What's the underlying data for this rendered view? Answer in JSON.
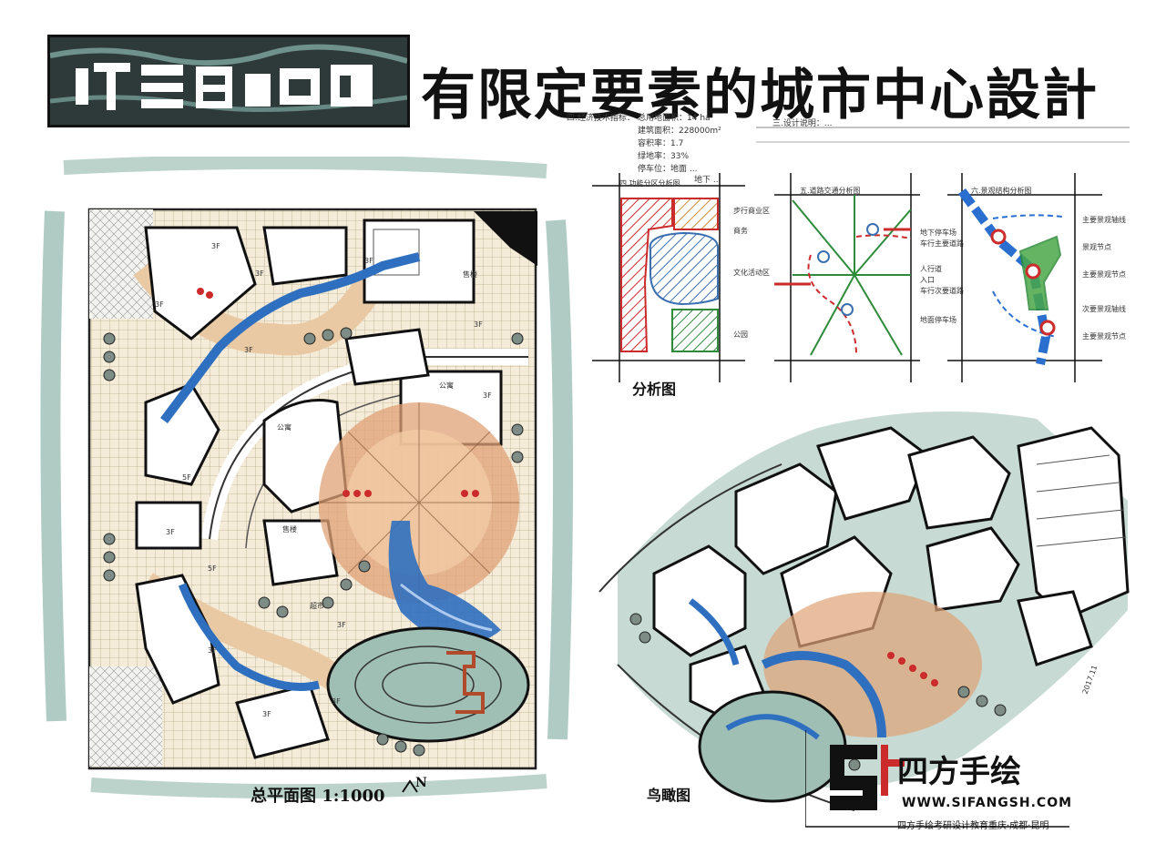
{
  "title": {
    "main": "有限定要素的城市中心設計"
  },
  "notes": {
    "tech": {
      "heading": "四.经济技术指标：",
      "lines": [
        "总用地面积：14 ha",
        "建筑面积：228000m²",
        "容积率：1.7",
        "绿地率：33%",
        "停车位：地面 ...",
        "地下 ..."
      ]
    },
    "concept": "三.设计说明：..."
  },
  "diagrams": {
    "function": {
      "title": "四.功能分区分析图",
      "labels": [
        "步行商业区",
        "商务",
        "文化活动区",
        "公园"
      ]
    },
    "traffic": {
      "title": "五.道路交通分析图",
      "labels": [
        "地下停车场",
        "车行主要道路",
        "人行道",
        "入口",
        "车行次要道路",
        "地面停车场"
      ]
    },
    "landscape": {
      "title": "六.景观结构分析图",
      "labels": [
        "主要景观轴线",
        "景观节点",
        "主要景观节点",
        "次要景观轴线",
        "主要景观节点"
      ]
    },
    "caption": "分析图"
  },
  "plan": {
    "caption": "总平面图 1:1000",
    "north": "N",
    "floor_tags": [
      "3F",
      "3F",
      "3F",
      "3F",
      "3F",
      "3F",
      "3F",
      "5F",
      "5F",
      "3F",
      "3F",
      "3F",
      "3F",
      "3F"
    ],
    "building_labels": [
      "售楼",
      "公寓",
      "公寓",
      "售楼",
      "超市"
    ]
  },
  "aerial": {
    "caption": "鸟瞰图",
    "signature": "2017.11"
  },
  "logo": {
    "name": "四方手绘",
    "url": "WWW.SIFANGSH.COM",
    "sub": "四方手绘考研设计教育重庆·成都·昆明"
  },
  "colors": {
    "ink": "#111111",
    "teal": "#2e3a3a",
    "green_wash": "#b9d3cb",
    "water": "#2f6fbf",
    "paving": "#e9c9a3",
    "plaza": "#e0a276",
    "red": "#cc2b2b",
    "hatch": "#3a6fb0",
    "parkgreen": "#2e8b3a"
  }
}
